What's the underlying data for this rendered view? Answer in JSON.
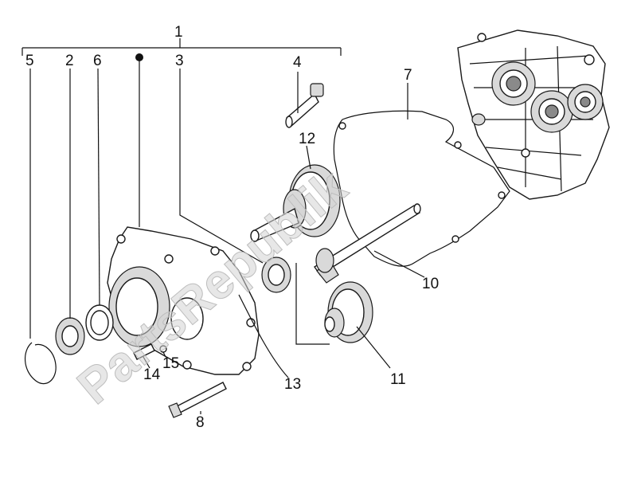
{
  "watermark": "PartsRepublik",
  "part_numbers": [
    "1",
    "2",
    "3",
    "4",
    "5",
    "6",
    "7",
    "8",
    "10",
    "11",
    "12",
    "13",
    "14",
    "15"
  ],
  "callouts": {
    "p1": "1",
    "p2": "2",
    "p3": "3",
    "p4": "4",
    "p5": "5",
    "p6": "6",
    "p7": "7",
    "p8": "8",
    "p10": "10",
    "p11": "11",
    "p12": "12",
    "p13": "13",
    "p14": "14",
    "p15": "15"
  },
  "colors": {
    "ink": "#111111",
    "watermark": "#d4d4d4",
    "background": "#ffffff"
  }
}
